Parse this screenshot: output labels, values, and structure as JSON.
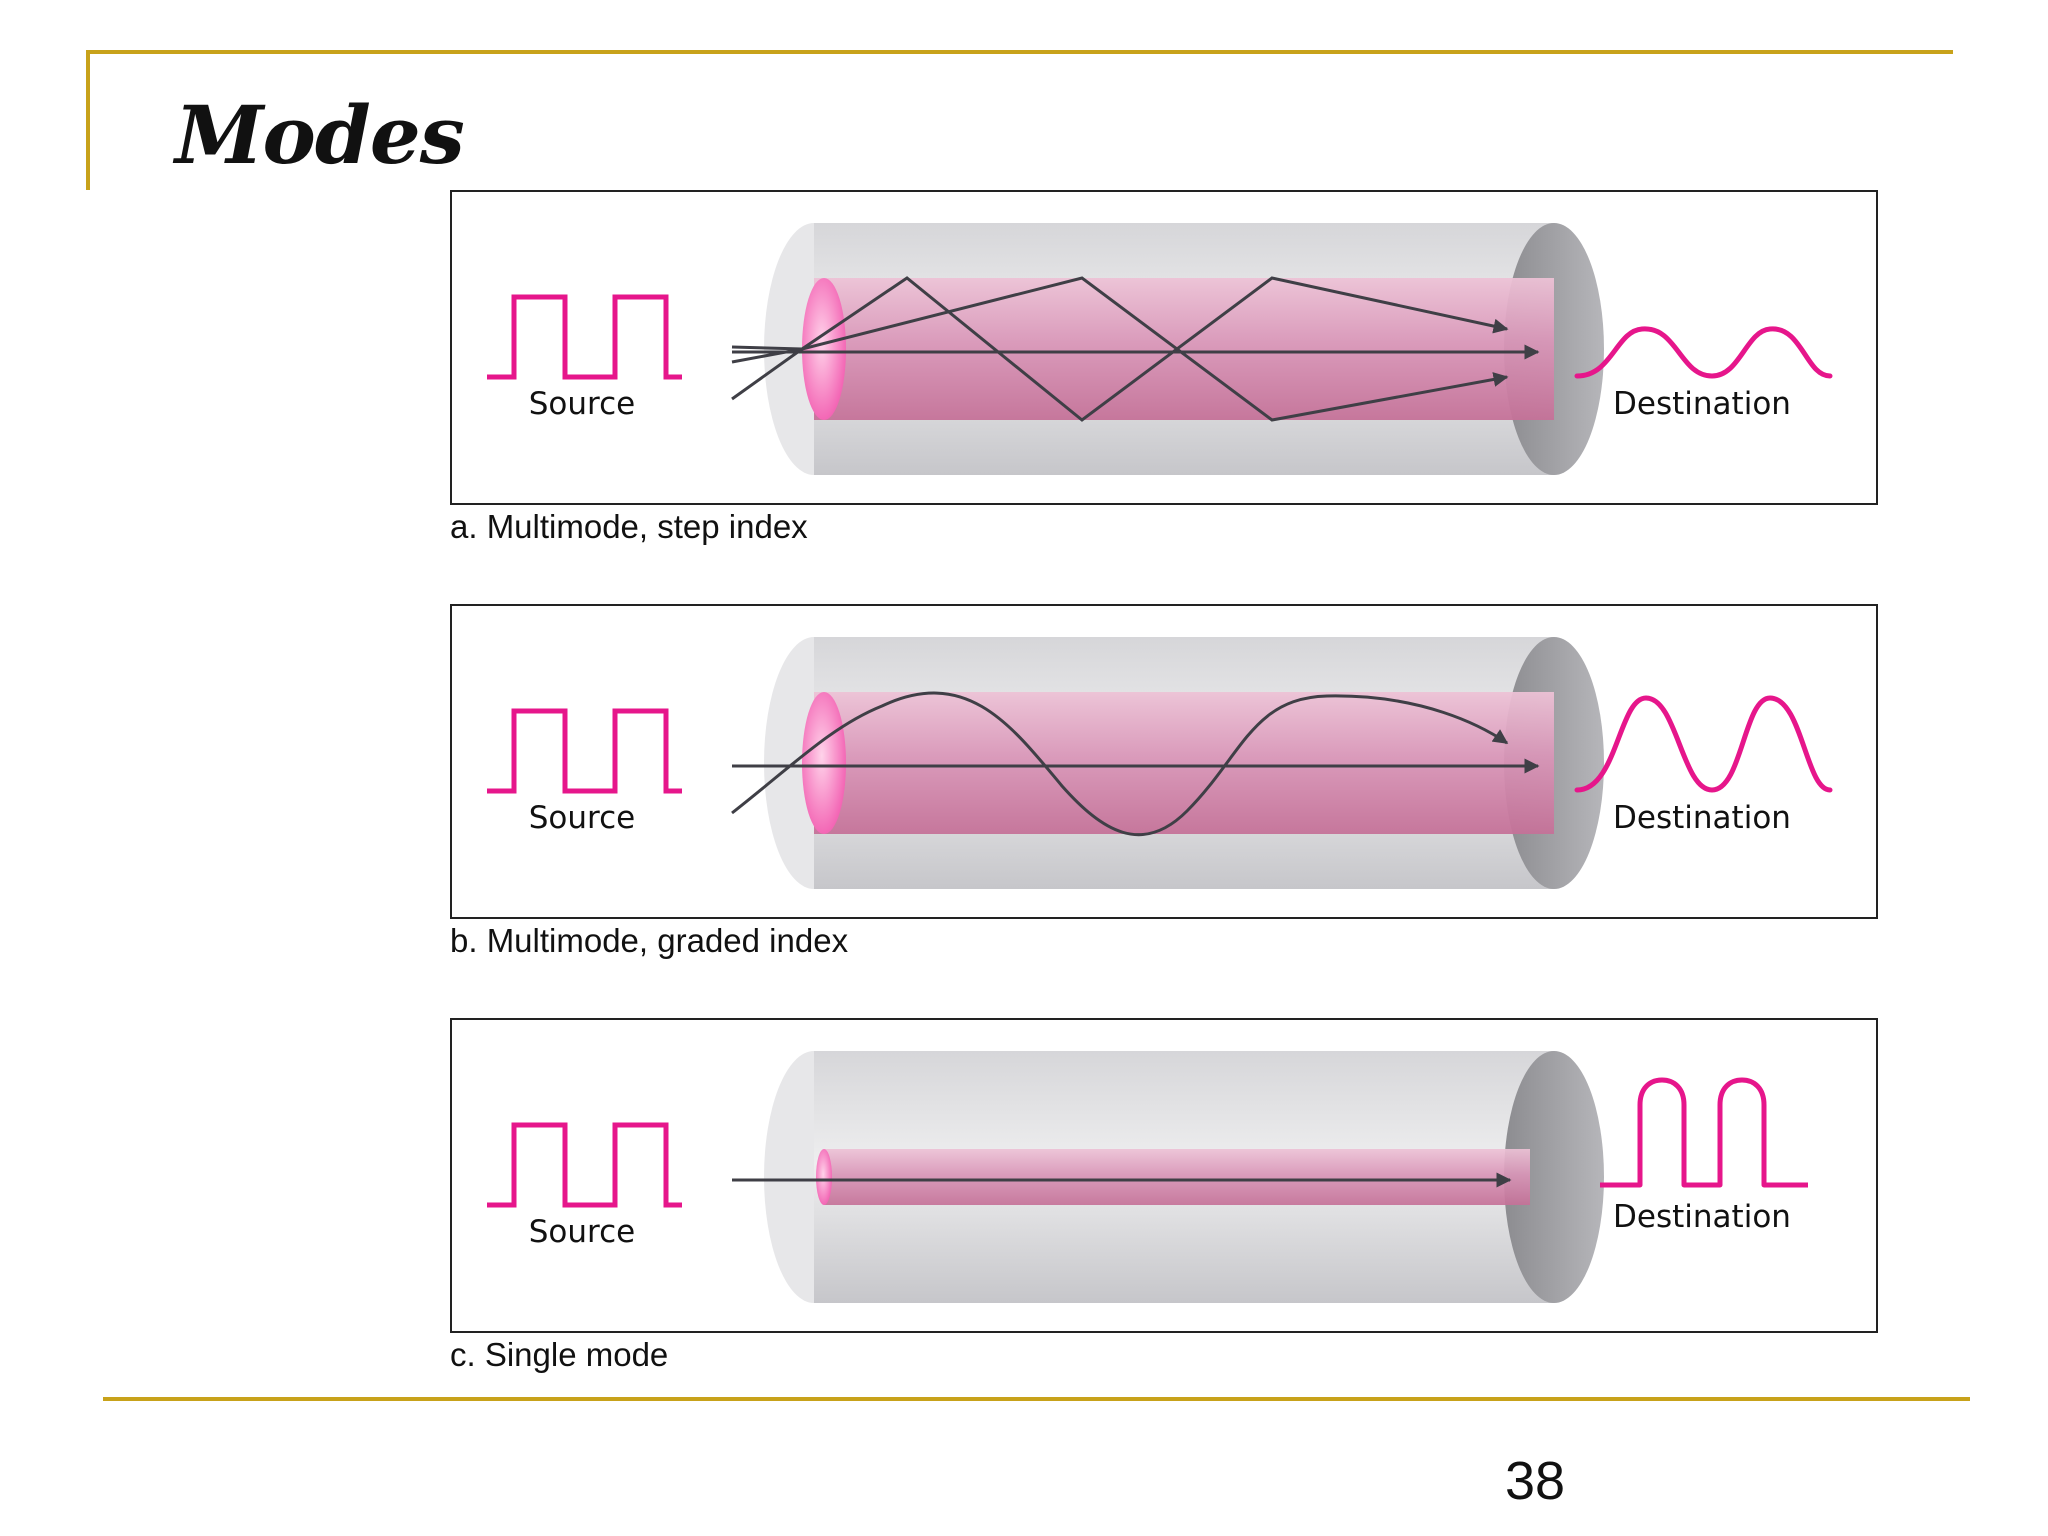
{
  "slide": {
    "title": "Modes",
    "page_number": "38",
    "accent_color": "#C8A21A"
  },
  "labels": {
    "source": "Source",
    "destination": "Destination"
  },
  "panels": [
    {
      "id": "multimode-step-index",
      "caption": "a. Multimode, step index",
      "ray_path": "zigzag",
      "destination_pulse": "wide-overlapping"
    },
    {
      "id": "multimode-graded-index",
      "caption": "b. Multimode, graded index",
      "ray_path": "sinusoidal",
      "destination_pulse": "overlapping"
    },
    {
      "id": "single-mode",
      "caption": "c. Single mode",
      "ray_path": "straight",
      "destination_pulse": "square-preserved"
    }
  ],
  "colors": {
    "signal_pink": "#E6168B",
    "core_pink": "#D97AA6",
    "cladding_gray": "#CFCFD3",
    "ray_dark": "#3F3F46",
    "border": "#222222"
  },
  "icons": {
    "arrow": "arrow-icon",
    "fiber": "fiber-cable-icon"
  }
}
